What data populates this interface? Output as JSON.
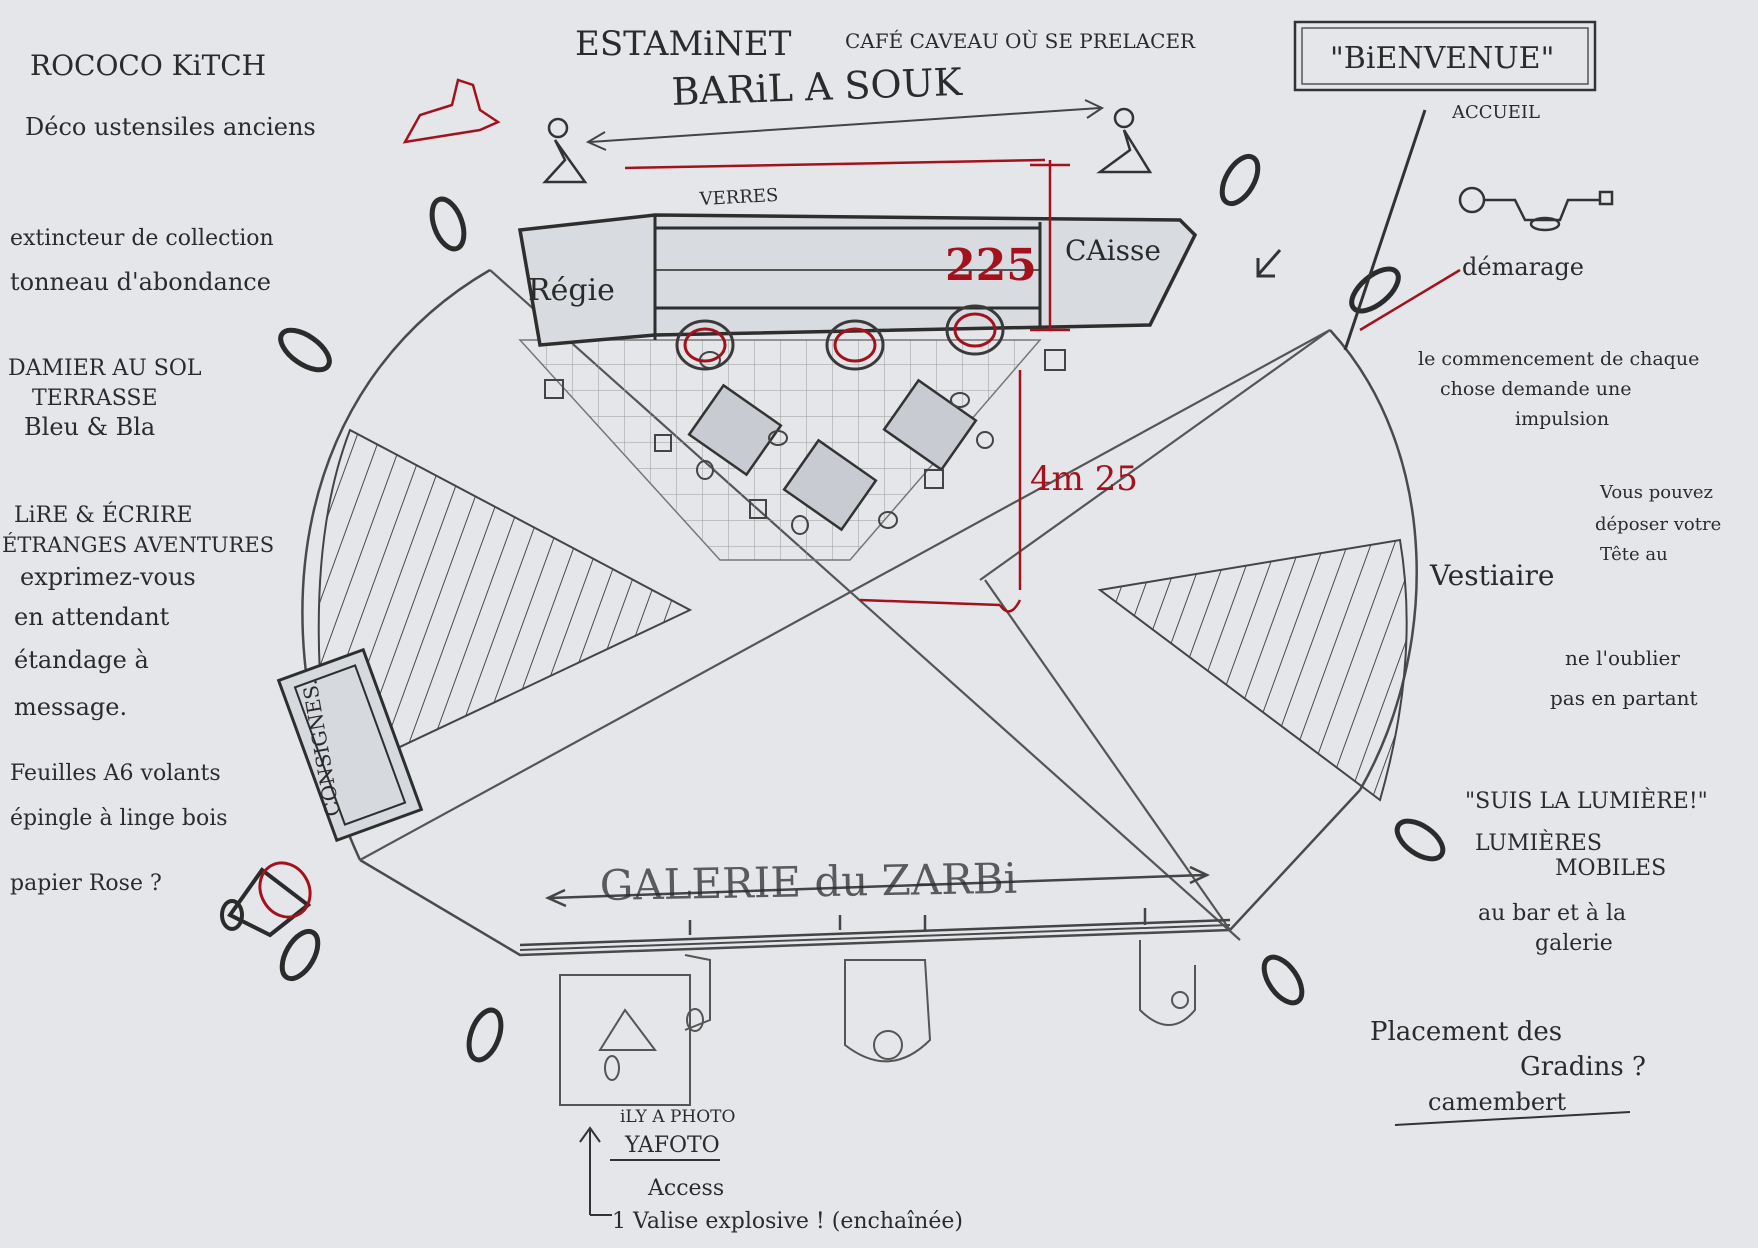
{
  "colors": {
    "paper": "#e4e6ea",
    "pencil": "#3a3a3a",
    "pencil_light": "#7a7a7a",
    "red_ink": "#a3121c"
  },
  "header": {
    "estaminet": "ESTAMiNET",
    "subtitle": "CAFÉ CAVEAU OÙ SE PRELACER",
    "baril": "BARiL A SOUK",
    "bienvenue": "\"BiENVENUE\""
  },
  "left_notes": {
    "rococo": "ROCOCO KiTCH",
    "deco": "Déco ustensiles anciens",
    "extincteur_1": "extincteur de collection",
    "extincteur_2": "tonneau d'abondance",
    "damier_1": "DAMIER AU SOL",
    "damier_2": "TERRASSE",
    "damier_3": "Bleu & Bla",
    "lire_1": "LiRE & ÉCRIRE",
    "lire_2": "ÉTRANGES AVENTURES",
    "lire_3": "exprimez-vous",
    "lire_4": "en attendant",
    "lire_5": "étandage à",
    "lire_6": "message.",
    "feuilles_1": "Feuilles A6 volants",
    "feuilles_2": "épingle à linge bois",
    "feuilles_3": "papier Rose ?"
  },
  "bar": {
    "verres": "VERRES",
    "regie": "Régie",
    "caisse": "CAisse",
    "dim_height": "225",
    "dim_depth": "4m 25"
  },
  "right_notes": {
    "accueil": "ACCUEIL",
    "demarrage": "démarage",
    "impulsion_1": "le commencement de chaque",
    "impulsion_2": "chose demande une",
    "impulsion_3": "impulsion",
    "vous_1": "Vous pouvez",
    "vous_2": "déposer votre",
    "vous_3": "Tête au",
    "vestiaire": "Vestiaire",
    "oublier_1": "ne l'oublier",
    "oublier_2": "pas en partant",
    "lumiere_1": "\"SUIS LA LUMIÈRE!\"",
    "lumiere_2": "LUMIÈRES",
    "lumiere_3": "MOBILES",
    "lumiere_4": "au bar et à la",
    "lumiere_5": "galerie",
    "placement_1": "Placement des",
    "placement_2": "Gradins ?",
    "placement_3": "camembert"
  },
  "stage": {
    "consignes": "CONSIGNES.",
    "galerie": "GALERIE du ZARBi"
  },
  "bottom": {
    "photo_1": "iLY A PHOTO",
    "photo_2": "YAFOTO",
    "access_1": "Access",
    "access_2": "1 Valise explosive ! (enchaînée)"
  }
}
